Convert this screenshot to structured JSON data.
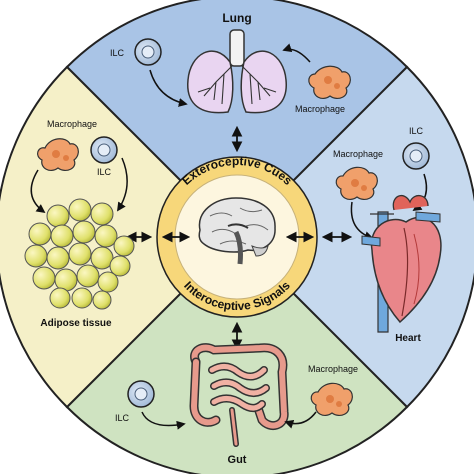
{
  "sectors": {
    "lung": {
      "title": "Lung",
      "labels": {
        "cell_a": "ILC",
        "cell_b": "Macrophage"
      },
      "fill": "#a9c4e6"
    },
    "heart": {
      "title": "Heart",
      "labels": {
        "cell_a": "ILC",
        "cell_b": "Macrophage"
      },
      "fill": "#c6d9ee"
    },
    "gut": {
      "title": "Gut",
      "labels": {
        "cell_a": "ILC",
        "cell_b": "Macrophage"
      },
      "fill": "#cfe3c1"
    },
    "adipose": {
      "title": "Adipose tissue",
      "labels": {
        "cell_a": "ILC",
        "cell_b": "Macrophage"
      },
      "fill": "#f5f0c8"
    }
  },
  "center": {
    "top_text": "Exteroceptive Cues",
    "bottom_text": "Interoceptive Signals",
    "ring_color": "#f7d77a",
    "inner_color": "#fdf6df"
  },
  "icons": {
    "ilc": "ilc-cell-icon",
    "macrophage": "macrophage-icon",
    "brain": "brain-icon",
    "lung": "lung-icon",
    "heart": "heart-icon",
    "gut": "intestine-icon",
    "adipose": "adipose-icon"
  }
}
